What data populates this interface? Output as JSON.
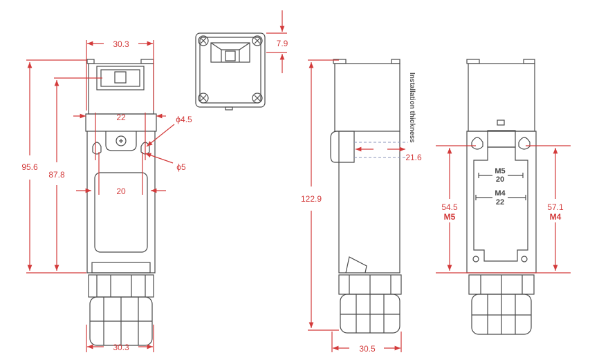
{
  "colors": {
    "dimension": "#d33a3a",
    "outline": "#4a4a4a"
  },
  "front_view": {
    "width_top": "30.3",
    "height_total": "95.6",
    "height_mount": "87.8",
    "inner_22": "22",
    "inner_20": "20",
    "hole_a": "ϕ4.5",
    "hole_b": "ϕ5",
    "width_bottom": "30.3"
  },
  "top_view": {
    "depth": "7.9"
  },
  "side_view": {
    "label": "Installation thickness",
    "thickness": "21.6",
    "height": "122.9",
    "width": "30.5"
  },
  "rear_view": {
    "m5_label": "M5",
    "m5_spacing": "20",
    "m4_label": "M4",
    "m4_spacing": "22",
    "height_m5": "54.5",
    "height_m5_label": "M5",
    "height_m4": "57.1",
    "height_m4_label": "M4"
  }
}
